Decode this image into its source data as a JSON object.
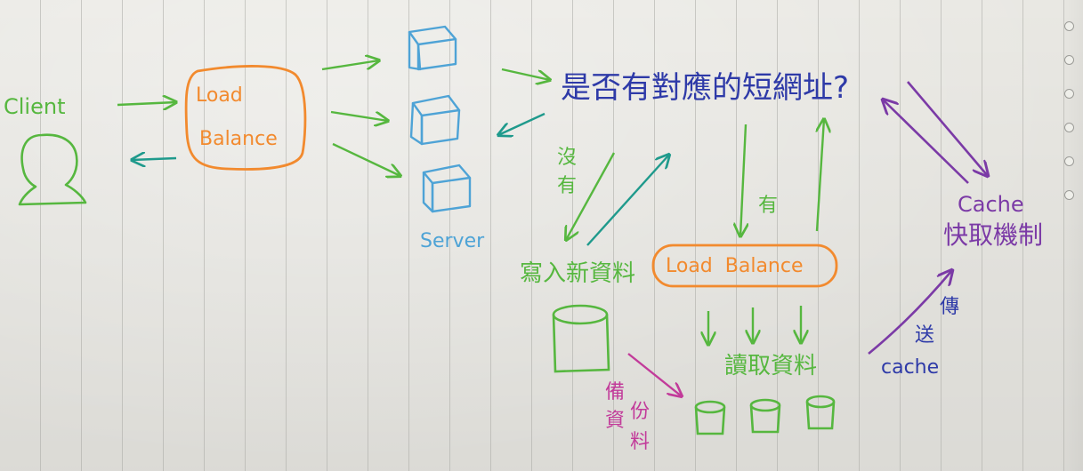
{
  "colors": {
    "client": "#56b73f",
    "load_balance": "#f28a2e",
    "server": "#4ea3d6",
    "question": "#2e3aa8",
    "green": "#56b73f",
    "teal": "#1f9a8c",
    "purple": "#7b3aa6",
    "magenta": "#c23b9a",
    "dark_blue": "#2e3aa8"
  },
  "labels": {
    "client": "Client",
    "load_balance_1": "Load",
    "load_balance_2": "Balance",
    "server": "Server",
    "question": "是否有對應的短網址?",
    "no_1": "沒",
    "no_2": "有",
    "yes": "有",
    "write_new_data": "寫入新資料",
    "load_balance_inline": "Load  Balance",
    "read_data": "讀取資料",
    "backup_1": "備",
    "backup_2": "份",
    "backup_3": "資",
    "backup_4": "料",
    "cache_title": "Cache",
    "cache_mechanism": "快取機制",
    "transfer_1": "傳",
    "transfer_2": "送",
    "transfer_3": "cache"
  }
}
